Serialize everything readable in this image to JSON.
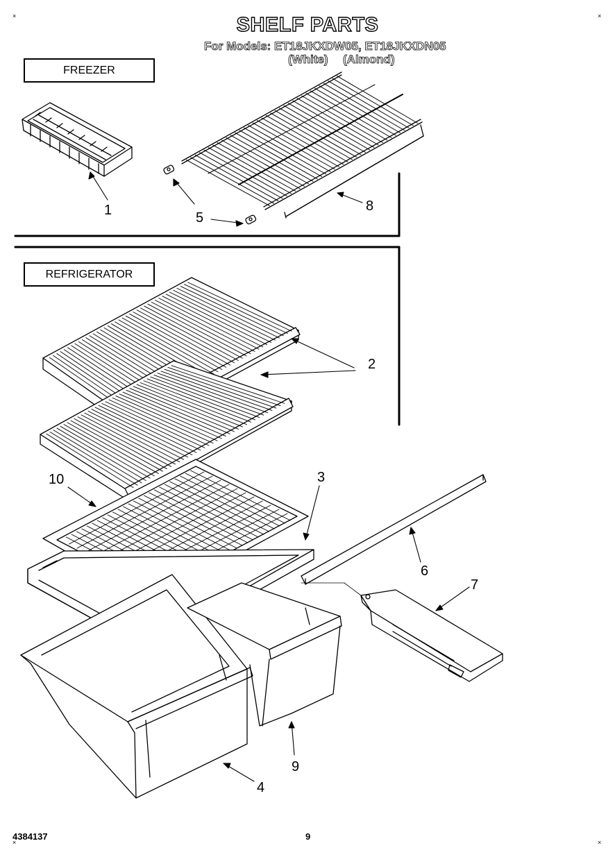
{
  "header": {
    "title": "SHELF PARTS",
    "models_line": "For Models: ET18JKXDW05, ET18JKXDN05",
    "variant_white": "(White)",
    "variant_almond": "(Almond)"
  },
  "sections": {
    "freezer": "FREEZER",
    "refrigerator": "REFRIGERATOR"
  },
  "callouts": {
    "c1": "1",
    "c2": "2",
    "c3": "3",
    "c4": "4",
    "c5": "5",
    "c6": "6",
    "c7": "7",
    "c8": "8",
    "c9": "9",
    "c10": "10"
  },
  "footer": {
    "doc_number": "4384137",
    "page_number": "9"
  },
  "corner_marks": {
    "tl": "×",
    "tr": "×",
    "bl": "×",
    "br": "×"
  }
}
